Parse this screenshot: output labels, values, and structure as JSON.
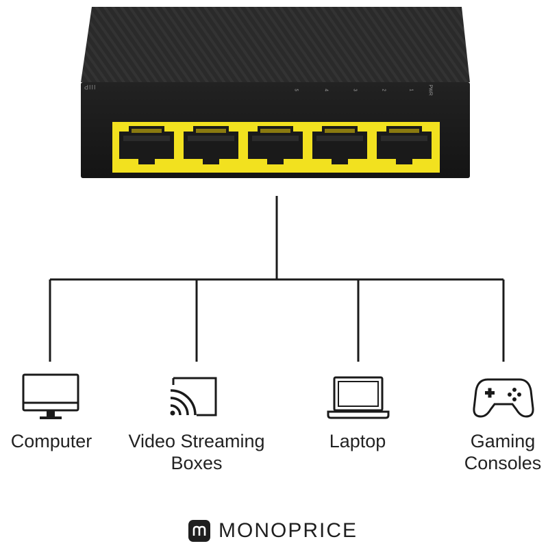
{
  "product": {
    "brand_mark": "IIIP",
    "led_labels": [
      "PWR",
      "1",
      "2",
      "3",
      "4",
      "5"
    ],
    "port_color": "#f2e11f",
    "body_color": "#1e1e1e"
  },
  "devices": [
    {
      "id": "computer",
      "label_lines": [
        "Computer"
      ],
      "icon": "monitor-icon"
    },
    {
      "id": "video-streaming",
      "label_lines": [
        "Video Streaming",
        "Boxes"
      ],
      "icon": "cast-icon"
    },
    {
      "id": "laptop",
      "label_lines": [
        "Laptop"
      ],
      "icon": "laptop-icon"
    },
    {
      "id": "gaming",
      "label_lines": [
        "Gaming",
        "Consoles"
      ],
      "icon": "gamepad-icon"
    }
  ],
  "logo": {
    "text": "MONOPRICE",
    "icon": "monoprice-logo-icon"
  },
  "colors": {
    "line": "#1a1a1a",
    "text": "#222222"
  }
}
